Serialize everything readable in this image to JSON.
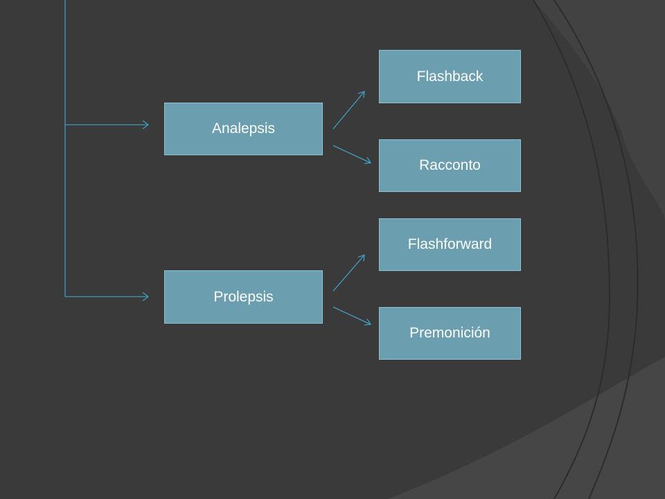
{
  "colors": {
    "background": "#3a3a3a",
    "background_shape": "#464646",
    "arc_line": "#2a2a2a",
    "node_fill": "#6b9fb0",
    "node_border": "#8fc3d2",
    "connector": "#3f9ec4",
    "text": "#ffffff"
  },
  "diagram": {
    "nodes": {
      "analepsis": "Analepsis",
      "prolepsis": "Prolepsis",
      "flashback": "Flashback",
      "racconto": "Racconto",
      "flashforward": "Flashforward",
      "premonicion": "Premonición"
    },
    "edges": [
      {
        "from": "root",
        "to": "analepsis"
      },
      {
        "from": "root",
        "to": "prolepsis"
      },
      {
        "from": "analepsis",
        "to": "flashback"
      },
      {
        "from": "analepsis",
        "to": "racconto"
      },
      {
        "from": "prolepsis",
        "to": "flashforward"
      },
      {
        "from": "prolepsis",
        "to": "premonicion"
      }
    ]
  }
}
